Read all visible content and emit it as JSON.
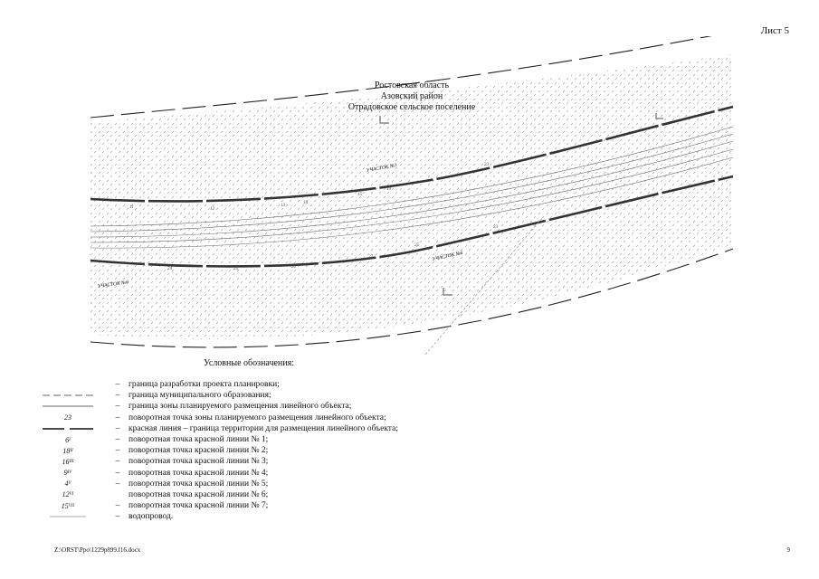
{
  "sheet": {
    "label": "Лист 5",
    "page_number": "9",
    "file_path": "Z:\\ORST\\Ppo\\1229p899.f16.docx"
  },
  "region": {
    "line1": "Ростовская область",
    "line2": "Азовский район",
    "line3": "Отрадовское сельское поселение"
  },
  "map": {
    "segment_labels": [
      "УЧАСТОК №3",
      "УЧАСТОК №6",
      "УЧАСТОК №6"
    ],
    "point_labels": [
      "12",
      "11",
      "13",
      "14",
      "15",
      "19",
      "23",
      "24",
      "25",
      "26",
      "27",
      "25",
      "23"
    ]
  },
  "legend": {
    "title": "Условные обозначения:",
    "dash": "–",
    "items": [
      {
        "symbol": "",
        "text": "граница разработки проекта планировки;"
      },
      {
        "symbol": "",
        "text": "граница муниципального образования;"
      },
      {
        "symbol": "",
        "text": "граница зоны планируемого размещения линейного объекта;"
      },
      {
        "symbol": "23",
        "text": "поворотная точка зоны планируемого размещения линейного объекта;"
      },
      {
        "symbol": "",
        "text": "красная линия – граница территории для размещения линейного объекта;"
      },
      {
        "symbol": "6",
        "sup": "I",
        "text": "поворотная точка красной линии № 1;"
      },
      {
        "symbol": "18",
        "sup": "II",
        "text": "поворотная точка красной линии № 2;"
      },
      {
        "symbol": "16",
        "sup": "III",
        "text": "поворотная точка красной линии № 3;"
      },
      {
        "symbol": "9",
        "sup": "IV",
        "text": "поворотная точка красной линии № 4;"
      },
      {
        "symbol": "4",
        "sup": "V",
        "text": "поворотная точка красной линии № 5;"
      },
      {
        "symbol": "12",
        "sup": "VI",
        "text": "поворотная точка красной линии № 6;"
      },
      {
        "symbol": "15",
        "sup": "VII",
        "text": "поворотная точка красной линии № 7;"
      },
      {
        "symbol": "",
        "text": "водопровод."
      }
    ]
  }
}
